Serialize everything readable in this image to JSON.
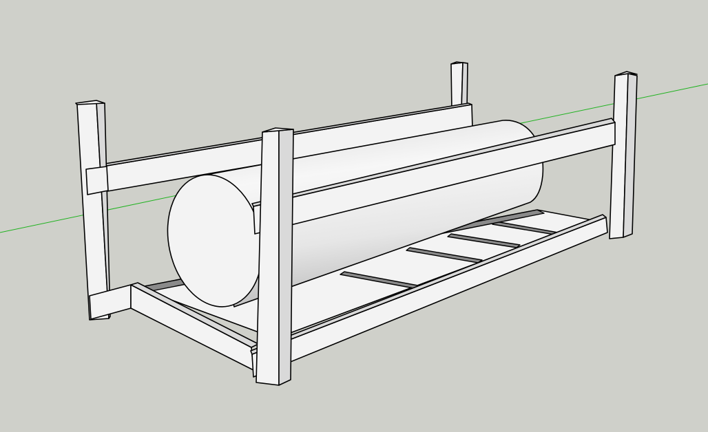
{
  "viewport": {
    "kind": "3d-model-view",
    "background_color": "#cfd0ca",
    "green_axis_color": "#1fb21f",
    "face_color": "#f3f3f3",
    "edge_color": "#000000"
  },
  "model": {
    "parts": [
      "rear-left-post",
      "rear-right-post",
      "front-right-post",
      "front-left-post",
      "upper-back-rail",
      "upper-front-rail",
      "lower-left-rail",
      "lower-front-rail",
      "floor-slats",
      "cylinder"
    ]
  }
}
